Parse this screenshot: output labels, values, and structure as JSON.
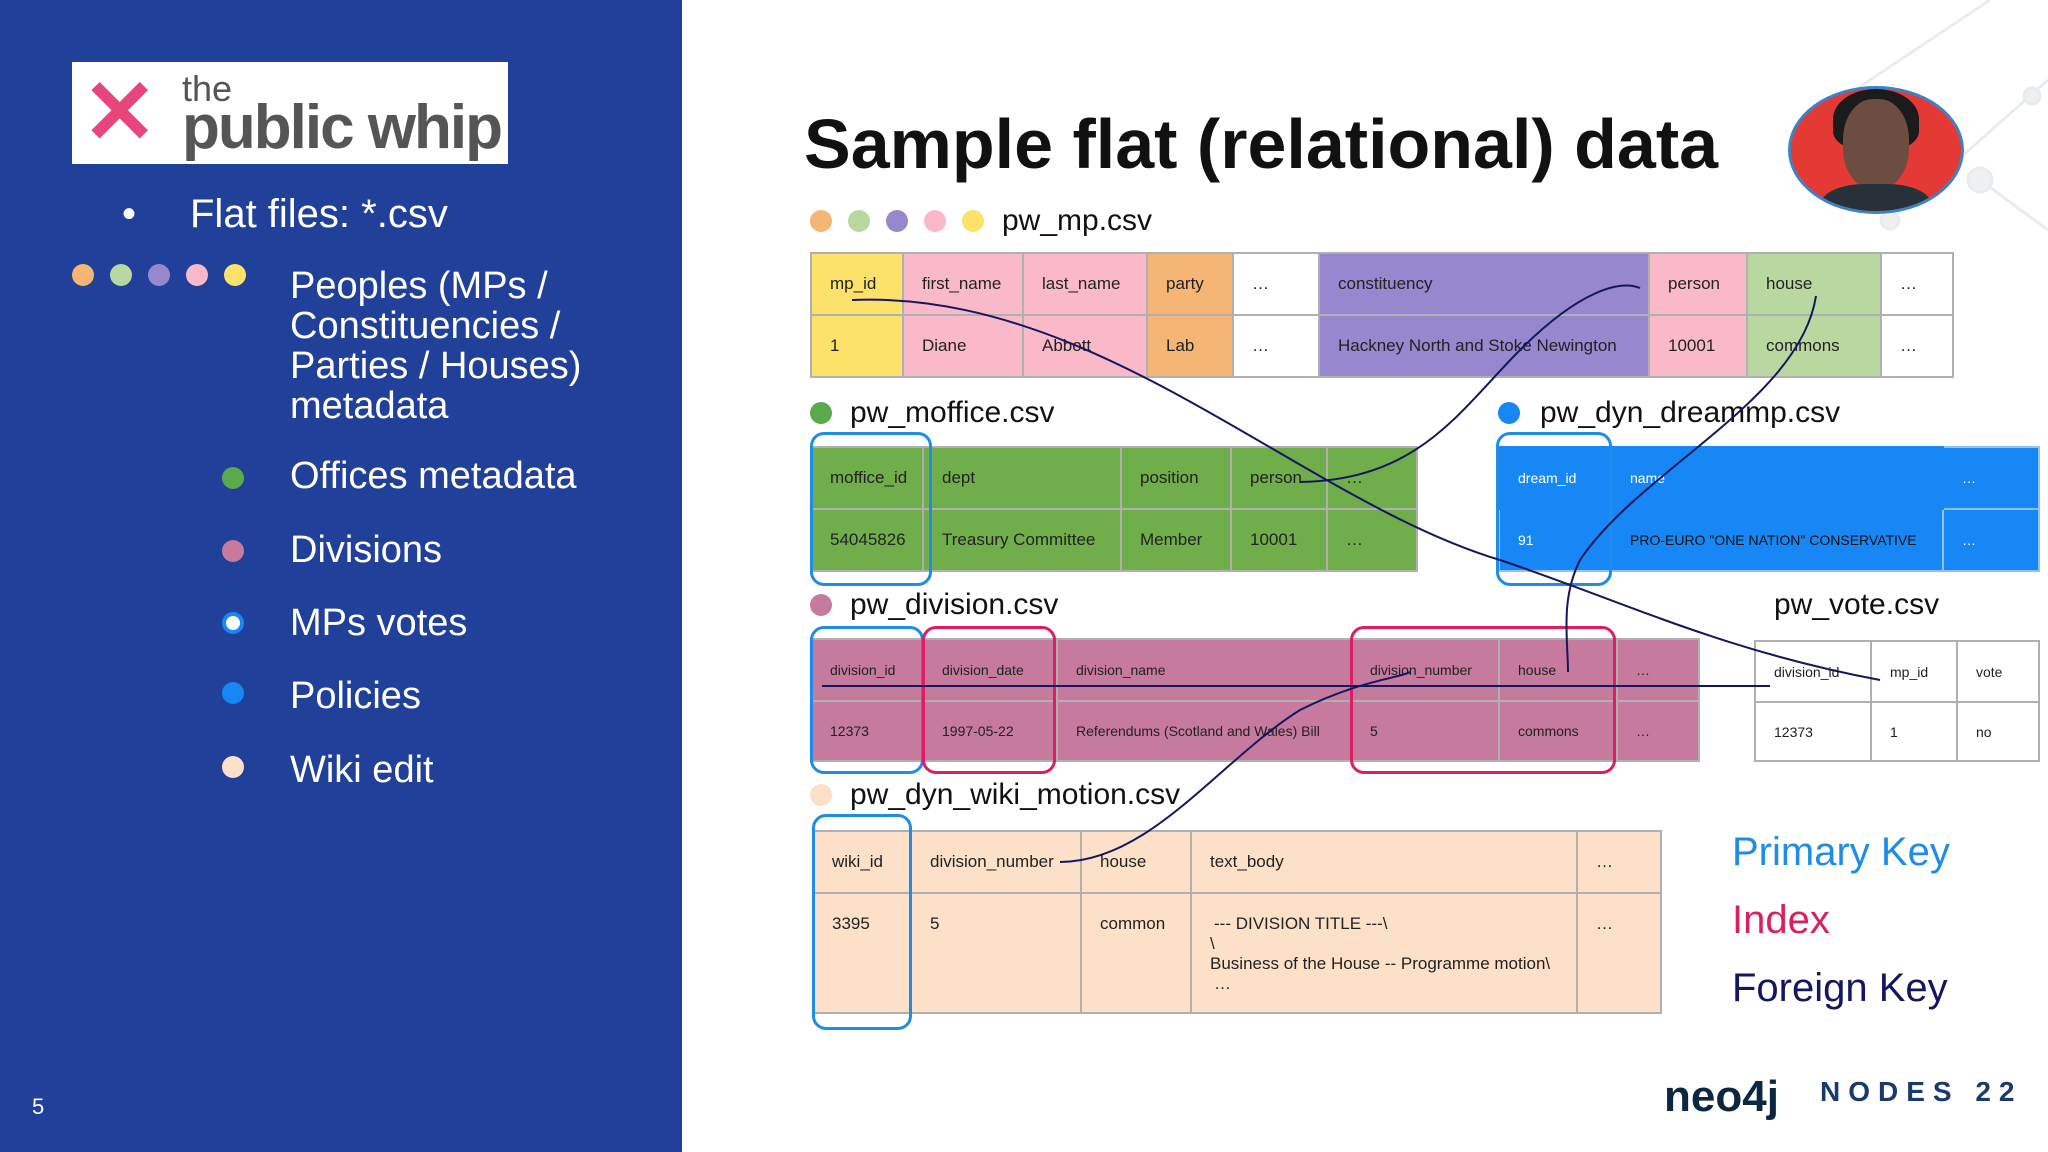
{
  "slide": {
    "title": "Sample flat (relational) data",
    "page_number": "5"
  },
  "logo": {
    "text_small": "the",
    "text_big": "public whip"
  },
  "left": {
    "main_bullet": "Flat files: *.csv",
    "items": [
      {
        "label": "Peoples (MPs / Constituencies / Parties / Houses) metadata",
        "lines": [
          "Peoples (MPs /",
          "Constituencies /",
          "Parties / Houses)",
          "metadata"
        ]
      },
      {
        "label": "Offices metadata"
      },
      {
        "label": "Divisions"
      },
      {
        "label": "MPs votes"
      },
      {
        "label": "Policies"
      },
      {
        "label": "Wiki edit"
      }
    ]
  },
  "files": {
    "mp": {
      "name": "pw_mp.csv",
      "headers": [
        "mp_id",
        "first_name",
        "last_name",
        "party",
        "…",
        "constituency",
        "person",
        "house",
        "…"
      ],
      "row": [
        "1",
        "Diane",
        "Abbott",
        "Lab",
        "…",
        "Hackney North and Stoke Newington",
        "10001",
        "commons",
        "…"
      ]
    },
    "moffice": {
      "name": "pw_moffice.csv",
      "headers": [
        "moffice_id",
        "dept",
        "position",
        "person",
        "…"
      ],
      "row": [
        "54045826",
        "Treasury Committee",
        "Member",
        "10001",
        "…"
      ]
    },
    "dreammp": {
      "name": "pw_dyn_dreammp.csv",
      "headers": [
        "dream_id",
        "name",
        "…"
      ],
      "row": [
        "91",
        "PRO-EURO \"ONE NATION\" CONSERVATIVE",
        "…"
      ]
    },
    "division": {
      "name": "pw_division.csv",
      "headers": [
        "division_id",
        "division_date",
        "division_name",
        "division_number",
        "house",
        "…"
      ],
      "row": [
        "12373",
        "1997-05-22",
        "Referendums (Scotland and Wales) Bill",
        "5",
        "commons",
        "…"
      ]
    },
    "vote": {
      "name": "pw_vote.csv",
      "headers": [
        "division_id",
        "mp_id",
        "vote"
      ],
      "row": [
        "12373",
        "1",
        "no"
      ]
    },
    "wiki": {
      "name": "pw_dyn_wiki_motion.csv",
      "headers": [
        "wiki_id",
        "division_number",
        "house",
        "text_body",
        "…"
      ],
      "row": [
        "3395",
        "5",
        "common",
        "",
        "…"
      ],
      "text_body_lines": [
        "--- DIVISION TITLE ---\\",
        "\\",
        "Business of the House -- Programme motion\\",
        "…"
      ]
    }
  },
  "legend": {
    "primary": "Primary Key",
    "index": "Index",
    "foreign": "Foreign Key"
  },
  "footer": {
    "neo4j": "neo4j",
    "nodes": "NODES 22"
  },
  "colors": {
    "left_bg": "#21409a",
    "mp_id": "#fce16a",
    "names": "#f9b9c8",
    "party": "#f5b574",
    "constituency": "#9687cf",
    "house": "#b9d8a0",
    "moffice": "#6fae4a",
    "dreammp": "#1687f5",
    "division": "#c57a9e",
    "wiki": "#fce1c8",
    "primary_key": "#1f8ce6",
    "index_key": "#dc1e64",
    "foreign_key": "#15175e"
  }
}
